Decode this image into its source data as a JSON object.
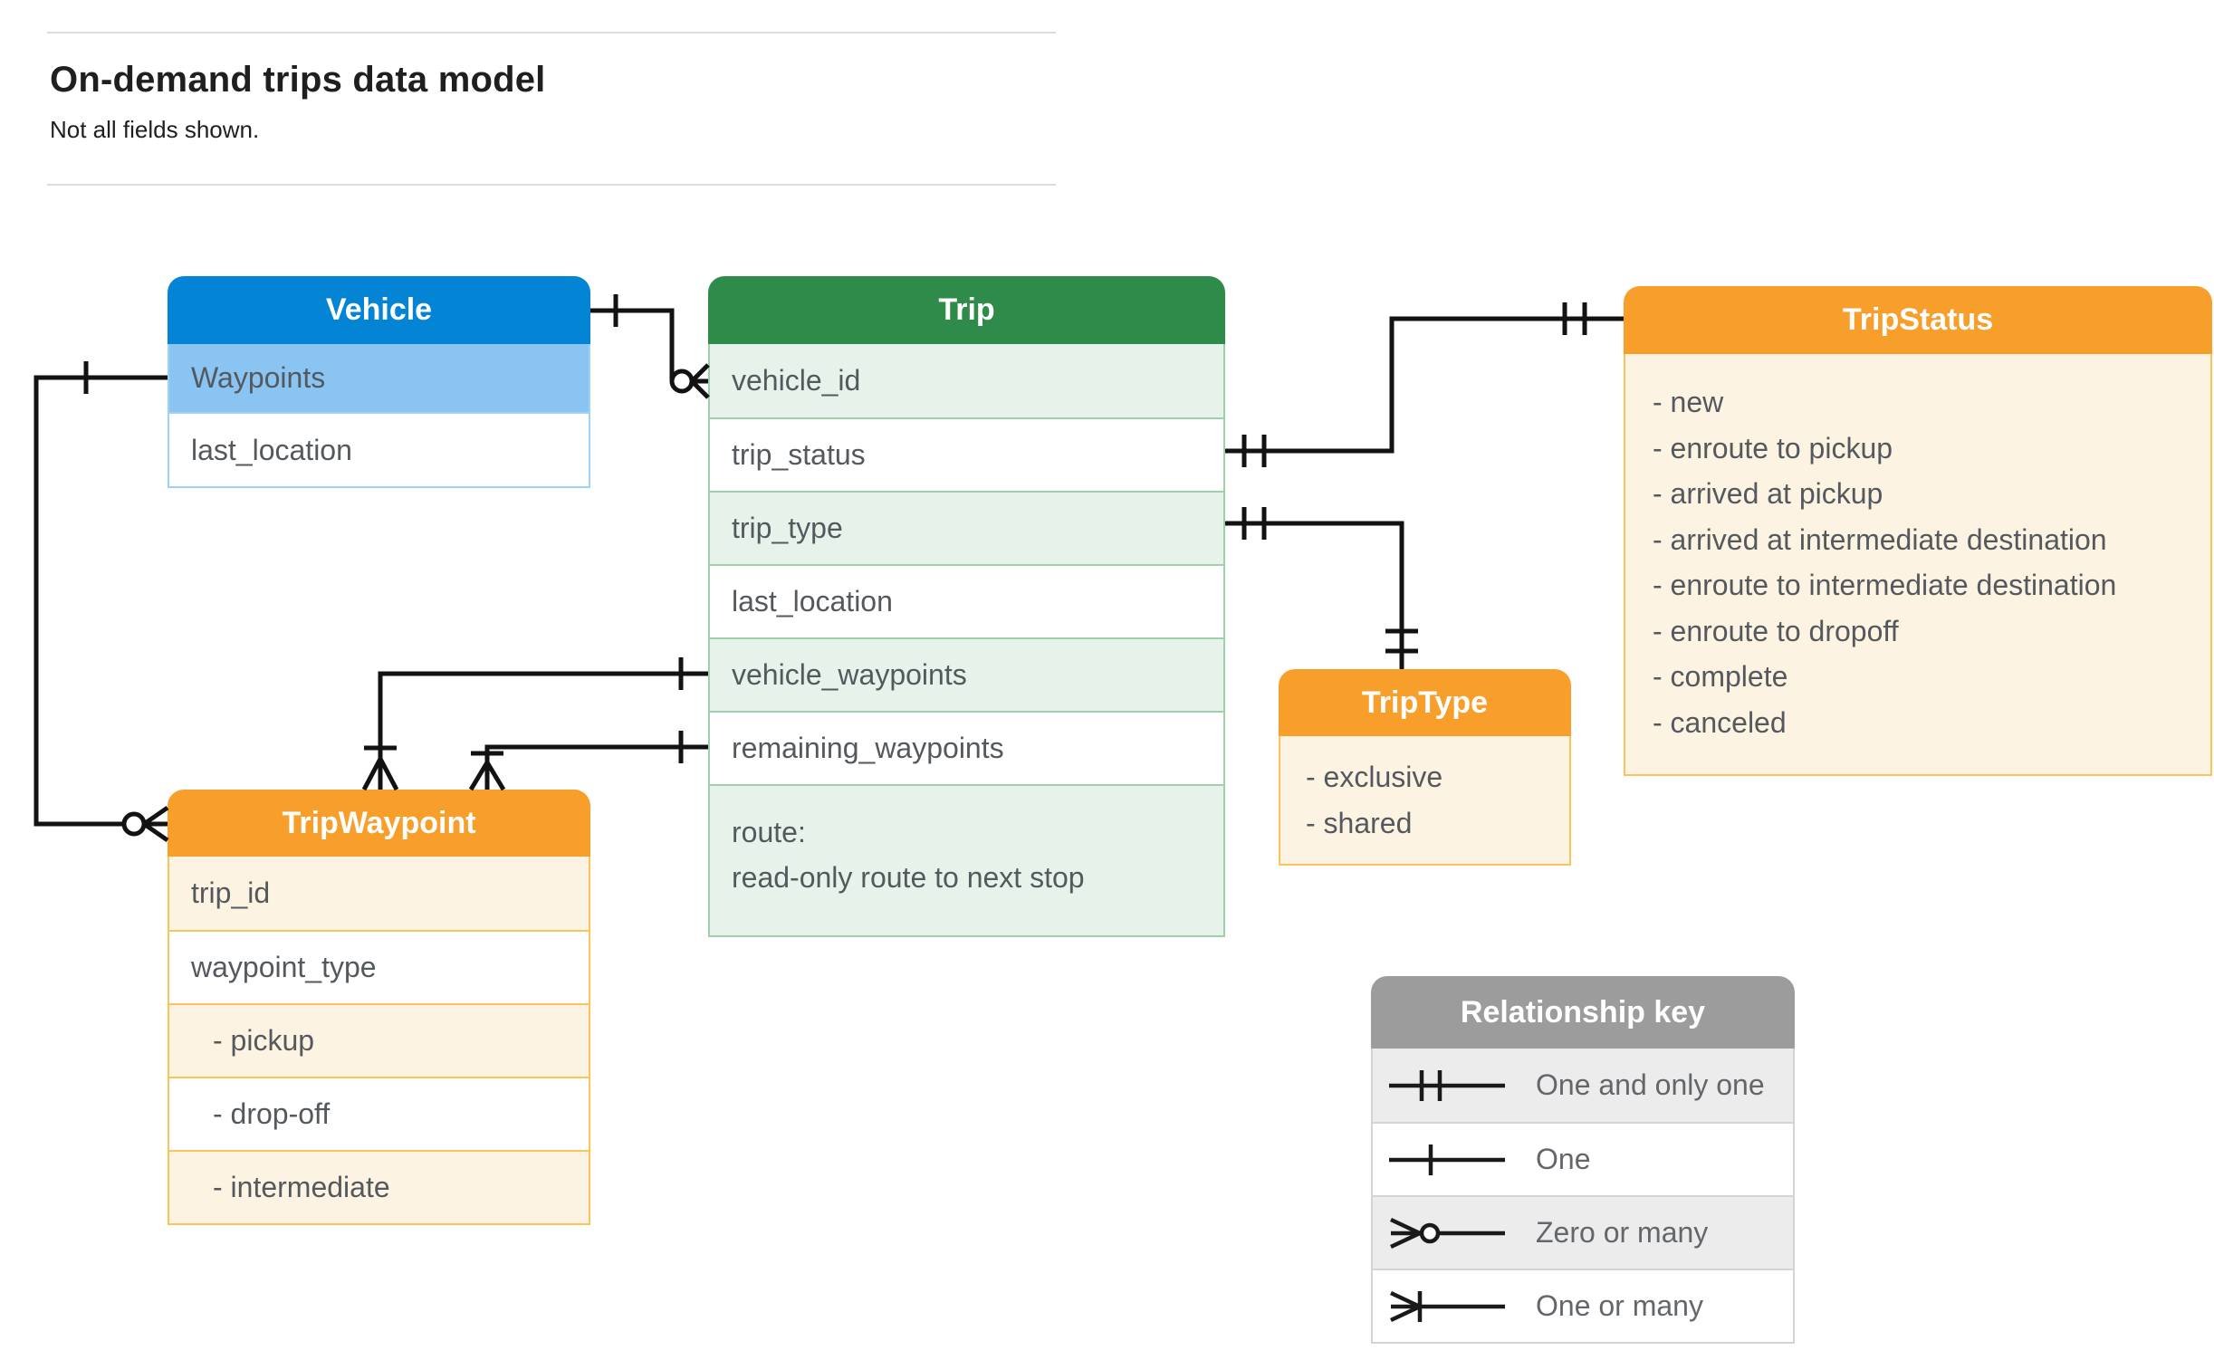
{
  "page": {
    "title": "On-demand trips data model",
    "subtitle": "Not all fields shown."
  },
  "entities": {
    "vehicle": {
      "title": "Vehicle",
      "fields": [
        "Waypoints",
        "last_location"
      ]
    },
    "trip": {
      "title": "Trip",
      "fields": [
        "vehicle_id",
        "trip_status",
        "trip_type",
        "last_location",
        "vehicle_waypoints",
        "remaining_waypoints"
      ],
      "route": {
        "name": "route:",
        "description": "read-only route to next stop"
      }
    },
    "tripStatus": {
      "title": "TripStatus",
      "values": [
        "- new",
        "- enroute to pickup",
        "- arrived at pickup",
        "- arrived at intermediate destination",
        "- enroute to intermediate destination",
        "- enroute to dropoff",
        "- complete",
        "- canceled"
      ]
    },
    "tripType": {
      "title": "TripType",
      "values": [
        "- exclusive",
        "- shared"
      ]
    },
    "tripWaypoint": {
      "title": "TripWaypoint",
      "fields": [
        "trip_id",
        "waypoint_type"
      ],
      "waypoint_types": [
        "- pickup",
        "- drop-off",
        "- intermediate"
      ]
    }
  },
  "relationships": [
    {
      "from": "Vehicle",
      "to": "Trip.vehicle_id",
      "from_end": "one",
      "to_end": "zero-or-many"
    },
    {
      "from": "Trip.trip_status",
      "to": "TripStatus",
      "from_end": "one-and-only-one",
      "to_end": "one-and-only-one"
    },
    {
      "from": "Trip.trip_type",
      "to": "TripType",
      "from_end": "one-and-only-one",
      "to_end": "one-and-only-one"
    },
    {
      "from": "Trip.vehicle_waypoints",
      "to": "TripWaypoint",
      "from_end": "one",
      "to_end": "one-or-many"
    },
    {
      "from": "Trip.remaining_waypoints",
      "to": "TripWaypoint",
      "from_end": "one",
      "to_end": "one-or-many"
    },
    {
      "from": "Vehicle.Waypoints",
      "to": "TripWaypoint",
      "from_end": "one",
      "to_end": "zero-or-many"
    }
  ],
  "legend": {
    "title": "Relationship key",
    "rows": [
      {
        "symbol": "one-and-only-one",
        "label": "One and only one"
      },
      {
        "symbol": "one",
        "label": "One"
      },
      {
        "symbol": "zero-or-many",
        "label": "Zero or many"
      },
      {
        "symbol": "one-or-many",
        "label": "One or many"
      }
    ]
  },
  "colors": {
    "vehicle_header": "#0384d5",
    "vehicle_row": "#8ac4f2",
    "trip_header": "#2e8b49",
    "trip_row_alt": "#e7f3ea",
    "enum_header": "#f89e2b",
    "enum_body": "#fdf3e2",
    "enum_border": "#f9c45a",
    "legend_header": "#9c9c9c",
    "legend_row_alt": "#ececec",
    "connector": "#121212"
  }
}
